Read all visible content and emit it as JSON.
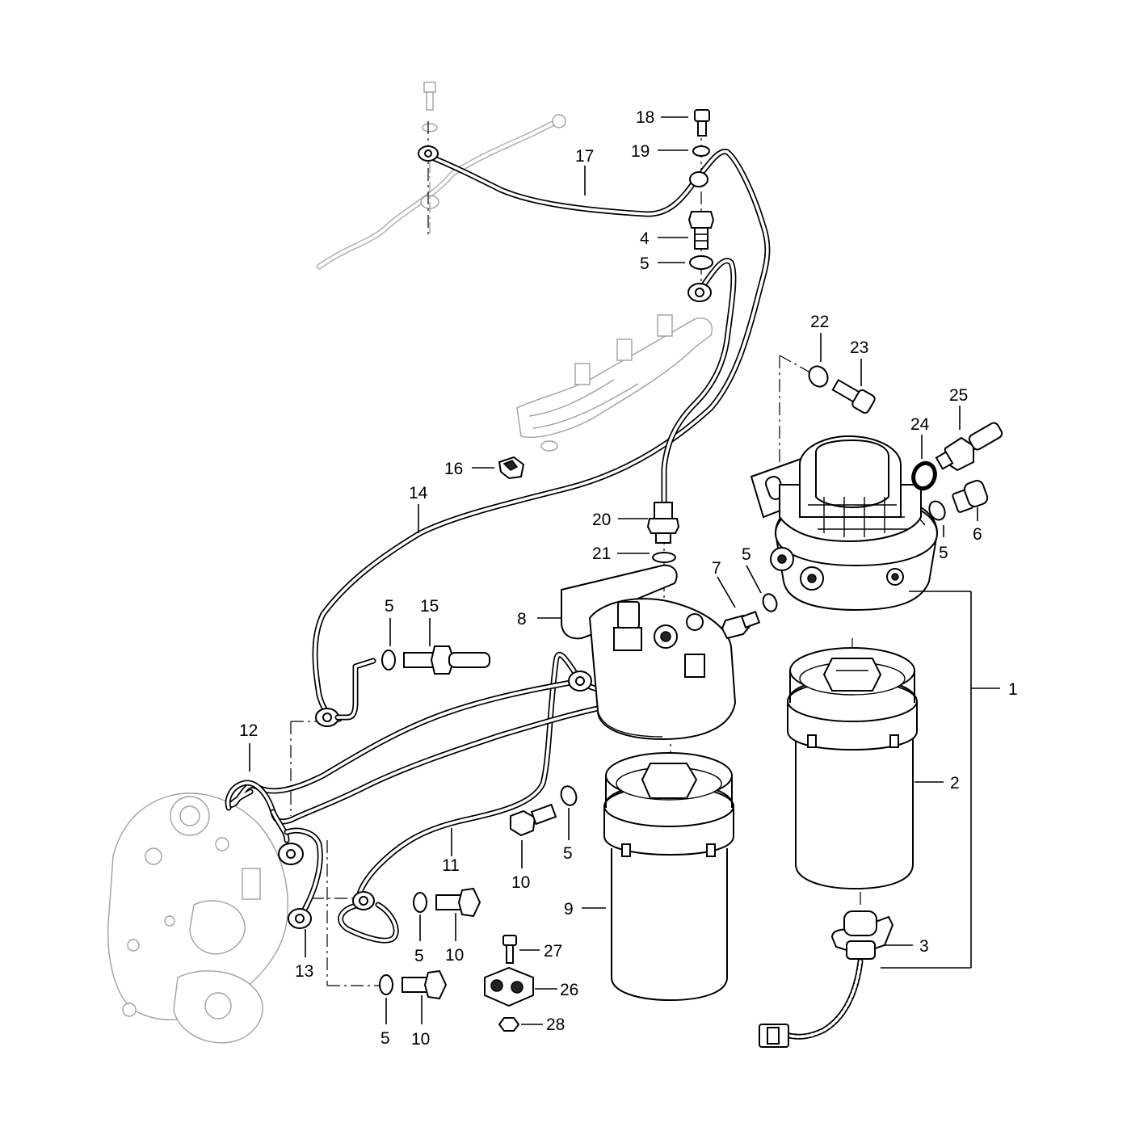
{
  "callouts": [
    {
      "id": "c1",
      "label": "1"
    },
    {
      "id": "c2",
      "label": "2"
    },
    {
      "id": "c3",
      "label": "3"
    },
    {
      "id": "c4",
      "label": "4"
    },
    {
      "id": "c5a",
      "label": "5"
    },
    {
      "id": "c5b",
      "label": "5"
    },
    {
      "id": "c5c",
      "label": "5"
    },
    {
      "id": "c5d",
      "label": "5"
    },
    {
      "id": "c5e",
      "label": "5"
    },
    {
      "id": "c5f",
      "label": "5"
    },
    {
      "id": "c5g",
      "label": "5"
    },
    {
      "id": "c6",
      "label": "6"
    },
    {
      "id": "c7",
      "label": "7"
    },
    {
      "id": "c8",
      "label": "8"
    },
    {
      "id": "c9",
      "label": "9"
    },
    {
      "id": "c10a",
      "label": "10"
    },
    {
      "id": "c10b",
      "label": "10"
    },
    {
      "id": "c10c",
      "label": "10"
    },
    {
      "id": "c11",
      "label": "11"
    },
    {
      "id": "c12",
      "label": "12"
    },
    {
      "id": "c13",
      "label": "13"
    },
    {
      "id": "c14",
      "label": "14"
    },
    {
      "id": "c15",
      "label": "15"
    },
    {
      "id": "c16",
      "label": "16"
    },
    {
      "id": "c17",
      "label": "17"
    },
    {
      "id": "c18",
      "label": "18"
    },
    {
      "id": "c19",
      "label": "19"
    },
    {
      "id": "c20",
      "label": "20"
    },
    {
      "id": "c21",
      "label": "21"
    },
    {
      "id": "c22",
      "label": "22"
    },
    {
      "id": "c23",
      "label": "23"
    },
    {
      "id": "c24",
      "label": "24"
    },
    {
      "id": "c25",
      "label": "25"
    },
    {
      "id": "c26",
      "label": "26"
    },
    {
      "id": "c27",
      "label": "27"
    },
    {
      "id": "c28",
      "label": "28"
    }
  ]
}
